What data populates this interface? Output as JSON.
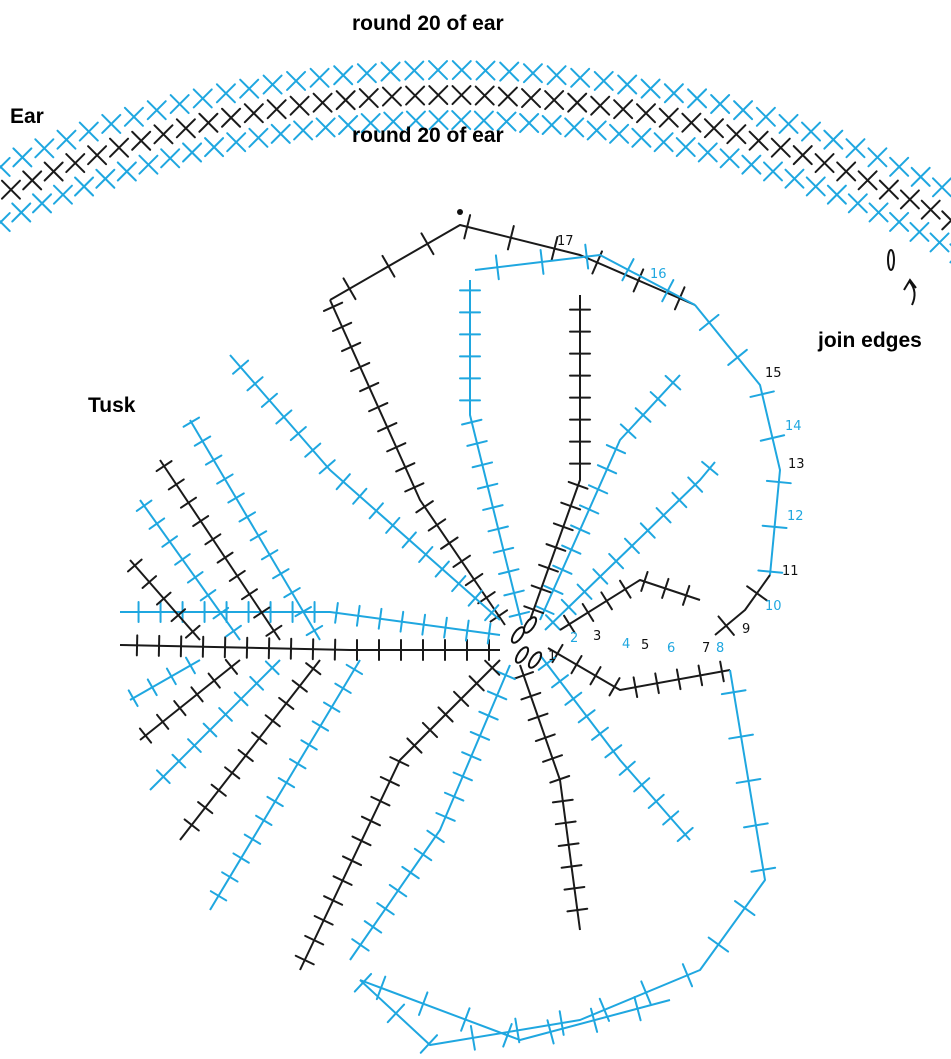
{
  "labels": {
    "ear": "Ear",
    "tusk": "Tusk",
    "ear_round_top": "round 20 of ear",
    "ear_round_bottom": "round 20 of ear",
    "join_edges": "join edges"
  },
  "round_numbers": [
    "1",
    "2",
    "3",
    "4",
    "5",
    "6",
    "7",
    "8",
    "9",
    "10",
    "11",
    "12",
    "13",
    "14",
    "15",
    "16",
    "17"
  ],
  "colors": {
    "black_rounds": "#1a1a1a",
    "blue_rounds": "#1fa7e0",
    "background": "#ffffff"
  }
}
